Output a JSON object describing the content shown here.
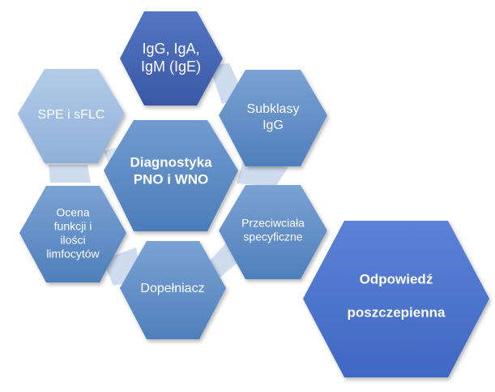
{
  "hexagons": {
    "igg": {
      "lines": [
        "IgG, IgA,",
        "IgM (IgE)"
      ]
    },
    "subklasy": {
      "lines": [
        "Subklasy",
        "IgG"
      ]
    },
    "spe": {
      "lines": [
        "SPE i sFLC"
      ]
    },
    "diag": {
      "lines": [
        "Diagnostyka",
        "PNO i WNO"
      ]
    },
    "ocena": {
      "lines": [
        "Ocena",
        "funkcji i",
        "ilości",
        "limfocytów"
      ]
    },
    "przeciw": {
      "lines": [
        "Przeciwciała",
        "specyficzne"
      ]
    },
    "dopel": {
      "lines": [
        "Dopełniacz"
      ]
    },
    "odp": {
      "lines": [
        "Odpowiedź",
        "",
        "poszczepienna"
      ]
    }
  },
  "colors": {
    "dark": "#3f5fae",
    "mid": "#5a88c2",
    "light": "#9bb9dd",
    "connector": "#c9d8ec",
    "accent": "#4a73c6"
  }
}
